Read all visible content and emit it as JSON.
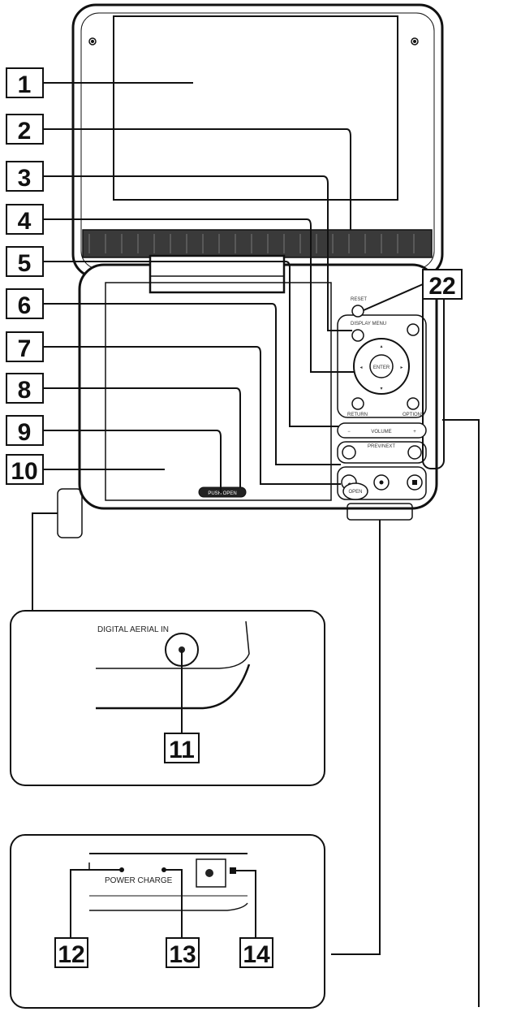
{
  "callouts": {
    "c1": "1",
    "c2": "2",
    "c3": "3",
    "c4": "4",
    "c5": "5",
    "c6": "6",
    "c7": "7",
    "c8": "8",
    "c9": "9",
    "c10": "10",
    "c11": "11",
    "c12": "12",
    "c13": "13",
    "c14": "14",
    "c22": "22"
  },
  "player_labels": {
    "reset": "RESET",
    "display_menu": "DISPLAY MENU",
    "enter": "ENTER",
    "return": "RETURN",
    "options": "OPTIONS",
    "volume": "VOLUME",
    "prev_next": "PREV/NEXT",
    "open": "OPEN",
    "push_open": "PUSH OPEN"
  },
  "detail_top": {
    "label": "DIGITAL AERIAL IN"
  },
  "detail_bottom": {
    "label": "POWER CHARGE"
  }
}
